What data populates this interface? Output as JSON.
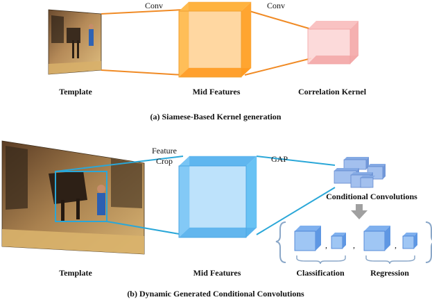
{
  "panel_a": {
    "caption": "(a) Siamese-Based Kernel generation",
    "template_label": "Template",
    "mid_label": "Mid Features",
    "kernel_label": "Correlation Kernel",
    "edge_label_1": "Conv",
    "edge_label_2": "Conv",
    "colors": {
      "edge": "#f08a24",
      "mid_cube": "#ffb347",
      "kernel_cube": "#f7b3b3"
    },
    "icons": [
      "template-image-icon"
    ]
  },
  "panel_b": {
    "caption": "(b) Dynamic Generated Conditional Convolutions",
    "template_label": "Template",
    "mid_label": "Mid Features",
    "crop_label_1": "Feature",
    "crop_label_2": "Crop",
    "gap_label": "GAP",
    "cond_label": "Conditional Convolutions",
    "classification_label": "Classification",
    "regression_label": "Regression",
    "comma": ",",
    "colors": {
      "edge": "#2aa7d8",
      "mid_cube": "#7cc7f5",
      "small_cube": "#5d8ed6",
      "bracket": "#8aa7c8",
      "arrow": "#a0a0a0"
    },
    "icons": [
      "template-image-icon",
      "down-arrow-icon"
    ]
  }
}
